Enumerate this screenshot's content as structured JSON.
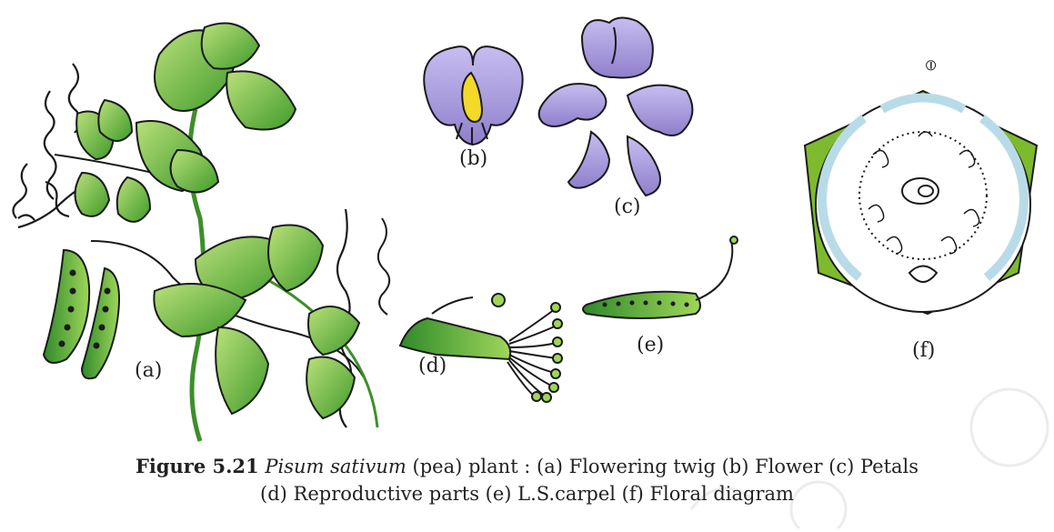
{
  "labels": {
    "a": "(a)",
    "b": "(b)",
    "c": "(c)",
    "d": "(d)",
    "e": "(e)",
    "f": "(f)"
  },
  "floral_symbol": "⦶",
  "caption": {
    "figure_label": "Figure 5.21",
    "scientific_name": "Pisum sativum",
    "line1_rest": " (pea) plant :  (a) Flowering twig (b) Flower (c) Petals",
    "line2": "(d) Reproductive parts (e) L.S.carpel  (f) Floral diagram"
  },
  "colors": {
    "leaf": "#6fbf3f",
    "leaf_dark": "#2f7a1f",
    "petal": "#a79ad6",
    "keel": "#f3d92a",
    "calyx": "#7dbb2d",
    "corolla_ring": "#b9dbe8",
    "outline": "#1a1a1a",
    "watermark": "#e6e6e6"
  }
}
